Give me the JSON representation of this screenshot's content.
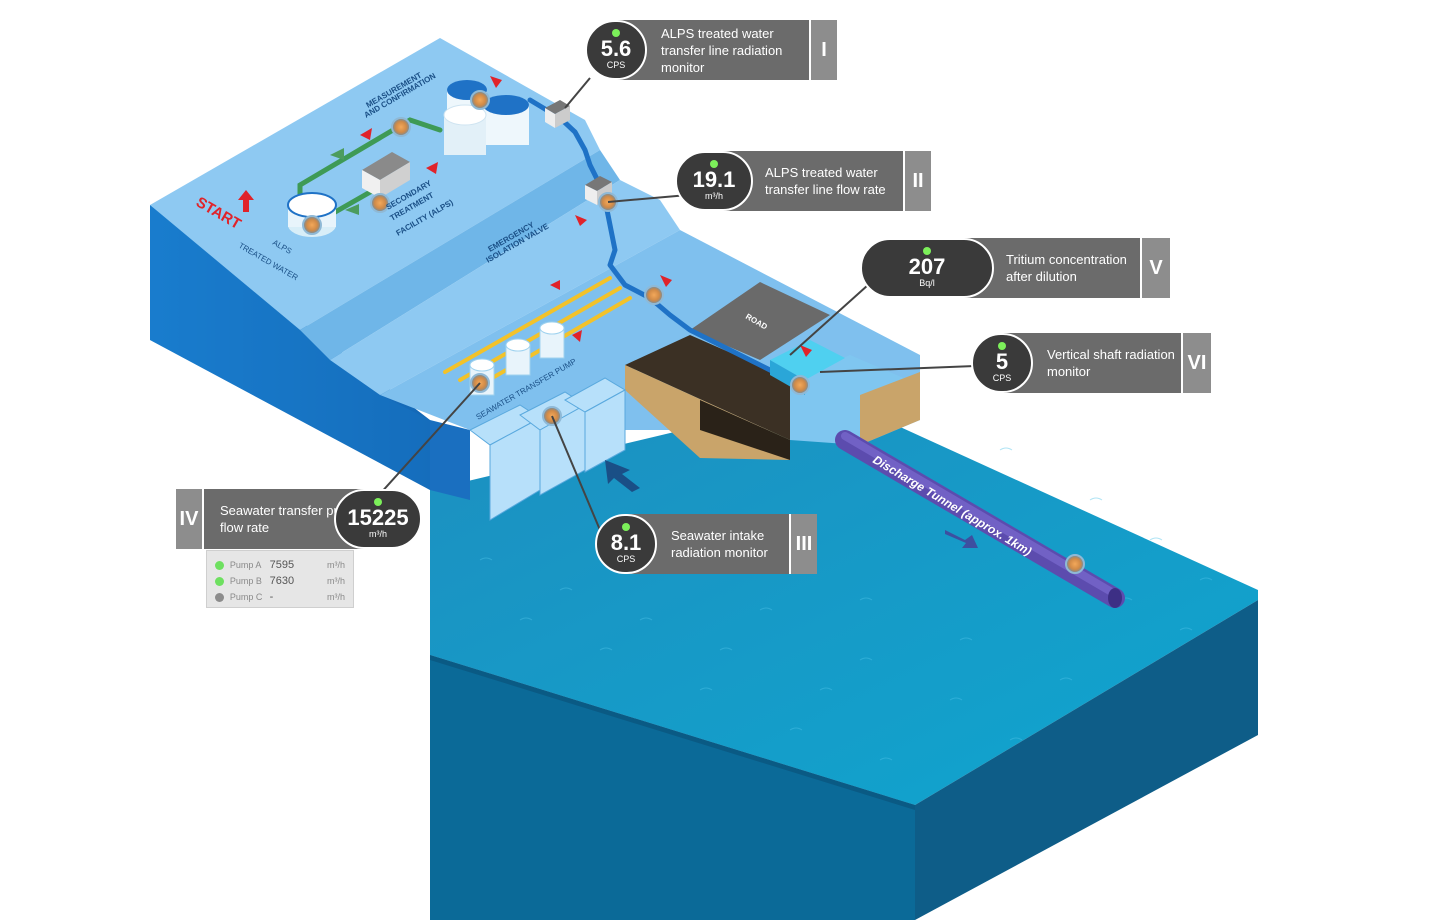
{
  "scene": {
    "start_label": "START",
    "alps_treated_water": [
      "ALPS",
      "TREATED WATER"
    ],
    "secondary_treatment": [
      "SECONDARY",
      "TREATMENT",
      "FACILITY (ALPS)"
    ],
    "measurement": [
      "MEASUREMENT",
      "AND CONFIRMATION"
    ],
    "emergency_valve": [
      "EMERGENCY",
      "ISOLATION VALVE"
    ],
    "seawater_pump_label": "SEAWATER TRANSFER PUMP",
    "road_label": "ROAD",
    "tunnel_label": "Discharge Tunnel (approx. 1km)"
  },
  "monitors": [
    {
      "value": "5.6",
      "unit": "CPS",
      "label": "ALPS treated water transfer line radiation monitor",
      "roman": "I",
      "status_color": "#7cf05a"
    },
    {
      "value": "19.1",
      "unit": "m³/h",
      "label": "ALPS treated water transfer line flow rate",
      "roman": "II",
      "status_color": "#7cf05a"
    },
    {
      "value": "8.1",
      "unit": "CPS",
      "label": "Seawater intake radiation monitor",
      "roman": "III",
      "status_color": "#7cf05a"
    },
    {
      "value": "15225",
      "unit": "m³/h",
      "label": "Seawater transfer pump flow rate",
      "roman": "IV",
      "status_color": "#7cf05a"
    },
    {
      "value": "207",
      "unit": "Bq/l",
      "label": "Tritium concentration after dilution",
      "roman": "V",
      "status_color": "#7cf05a"
    },
    {
      "value": "5",
      "unit": "CPS",
      "label": "Vertical shaft radiation monitor",
      "roman": "VI",
      "status_color": "#7cf05a"
    }
  ],
  "pumps": [
    {
      "name": "Pump A",
      "value": "7595",
      "unit": "m³/h",
      "status_color": "#6ee060"
    },
    {
      "name": "Pump B",
      "value": "7630",
      "unit": "m³/h",
      "status_color": "#6ee060"
    },
    {
      "name": "Pump C",
      "value": "-",
      "unit": "m³/h",
      "status_color": "#8c8c8c"
    }
  ],
  "colors": {
    "land_top": "#8ec9f2",
    "land_side": "#1877c8",
    "sea_top": "#1a97c4",
    "sea_side_left": "#0b6a98",
    "sea_side_right": "#0c5f8a",
    "pipe": "#1f72c6",
    "arrow_red": "#e0232a",
    "tunnel": "#6a59b8"
  }
}
